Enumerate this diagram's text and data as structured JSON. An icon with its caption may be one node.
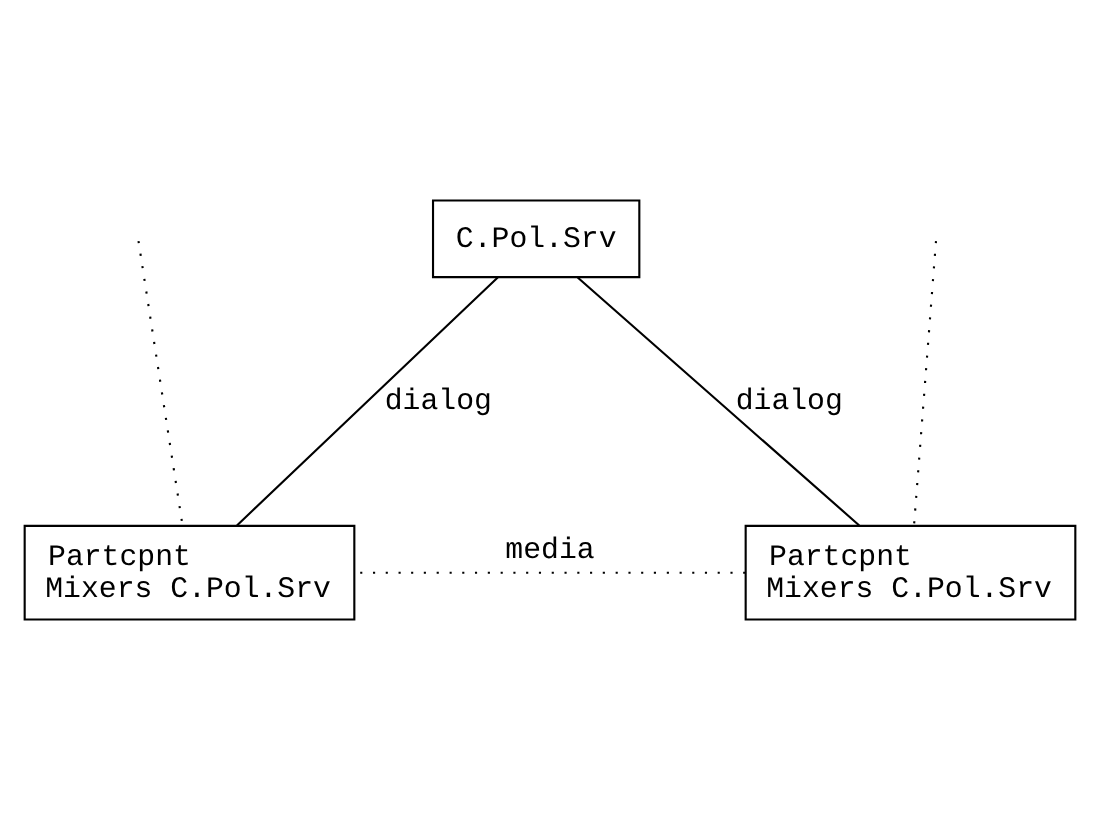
{
  "diagram": {
    "nodes": [
      {
        "text": [
          "C.Pol.Srv"
        ]
      },
      {
        "text": [
          "Partcpnt",
          "Mixers C.Pol.Srv"
        ]
      },
      {
        "text": [
          "Partcpnt",
          "Mixers C.Pol.Srv"
        ]
      }
    ],
    "edges": [
      {
        "from": 1,
        "to": 0,
        "arrow": "none",
        "label": "dialog"
      },
      {
        "from": 0,
        "to": 2,
        "arrow": "none",
        "label": "dialog"
      },
      {
        "from": 1,
        "to": 2,
        "arrow": "none",
        "label": "media",
        "style": "dashed"
      },
      {
        "from": null,
        "to": 1,
        "arrow": "none",
        "style": "dashed"
      },
      {
        "from": null,
        "to": 2,
        "arrow": "none",
        "style": "dashed"
      }
    ]
  }
}
